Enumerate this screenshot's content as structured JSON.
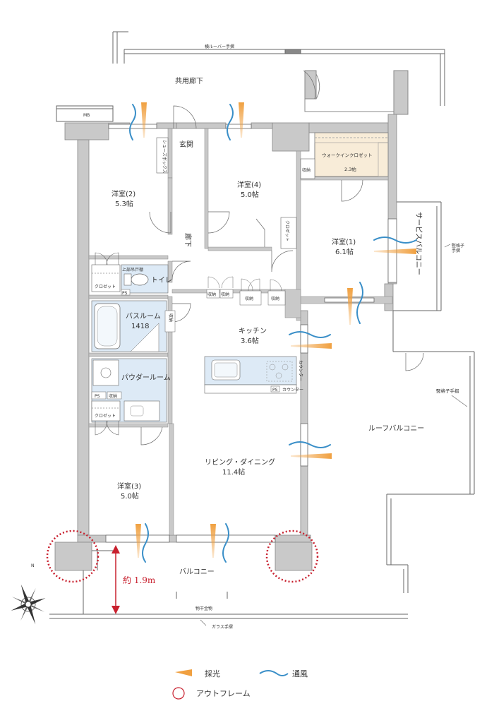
{
  "labels": {
    "yoko_louver": "横ルーバー手摺",
    "kyoyo_roka": "共用廊下",
    "mb": "MB",
    "genkan": "玄関",
    "shoes_box": "シューズボックス",
    "walkin": "ウォークインクロゼット",
    "walkin_size": "2.3帖",
    "shuno": "収納",
    "youshitsu2": "洋室(2)",
    "youshitsu2_size": "5.3帖",
    "youshitsu4": "洋室(4)",
    "youshitsu4_size": "5.0帖",
    "youshitsu1": "洋室(1)",
    "youshitsu1_size": "6.1帖",
    "service_balcony": "サービスバルコニー",
    "tategoshi_tesuri": "竪格子\n手摺",
    "roka": "廊下",
    "closet": "クロゼット",
    "closet_v": "クロゼット",
    "toilet": "トイレ",
    "joubu_tana": "上部吊戸棚",
    "ps": "PS",
    "bathroom": "バスルーム",
    "bath_size": "1418",
    "kitchen": "キッチン",
    "kitchen_size": "3.6帖",
    "counter_v": "カウンター",
    "counter": "カウンター",
    "powder": "パウダールーム",
    "tategoshi_tesuri2": "竪格子手摺",
    "roof_balcony": "ルーフバルコニー",
    "closet3": "クロゼット",
    "living": "リビング・ダイニング",
    "living_size": "11.4帖",
    "youshitsu3": "洋室(3)",
    "youshitsu3_size": "5.0帖",
    "balcony": "バルコニー",
    "depth": "約 1.9m",
    "monohoshi": "物干金物",
    "glass_tesuri": "ガラス手摺",
    "north": "N"
  },
  "legend": {
    "light": "採光",
    "wind": "通風",
    "outframe": "アウトフレーム"
  },
  "colors": {
    "wall": "#c9c9c9",
    "walkin_fill": "#f8ecd8",
    "light_arrow": "#f0a040",
    "wind": "#3a8fc8",
    "outframe_circle": "#c8202e",
    "dimension": "#c8202e"
  }
}
